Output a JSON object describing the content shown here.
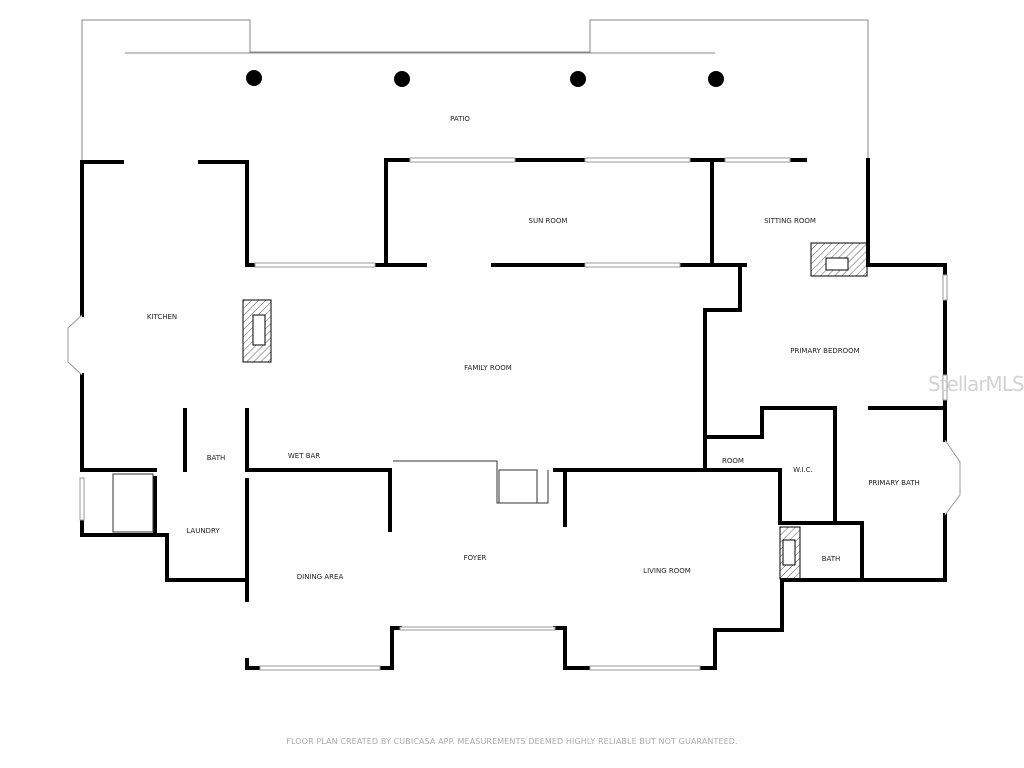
{
  "rooms": {
    "patio": "PATIO",
    "sun_room": "SUN ROOM",
    "sitting_room": "SITTING ROOM",
    "kitchen": "KITCHEN",
    "family_room": "FAMILY ROOM",
    "primary_bedroom": "PRIMARY BEDROOM",
    "bath_left": "BATH",
    "wet_bar": "WET BAR",
    "room": "ROOM",
    "wic": "W.I.C.",
    "primary_bath": "PRIMARY BATH",
    "laundry": "LAUNDRY",
    "foyer": "FOYER",
    "living_room": "LIVING ROOM",
    "dining_area": "DINING AREA",
    "bath_right": "BATH"
  },
  "footer": "FLOOR PLAN CREATED BY CUBICASA APP. MEASUREMENTS DEEMED HIGHLY RELIABLE BUT NOT GUARANTEED.",
  "watermark": "StellarMLS",
  "colors": {
    "wall": "#000000",
    "outline": "#888888",
    "footer_text": "#aaaaaa"
  }
}
